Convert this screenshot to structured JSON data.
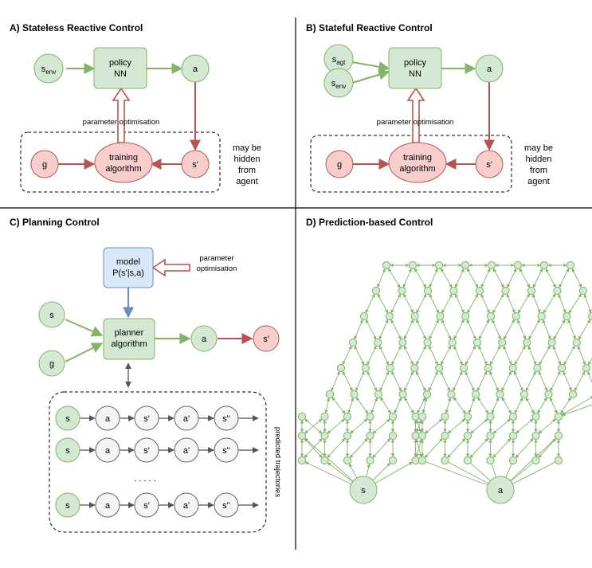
{
  "panels": {
    "a": {
      "title": "A) Stateless Reactive Control",
      "policy_1": "policy",
      "policy_2": "NN",
      "s_env": "s",
      "s_env_sub": "env",
      "a": "a",
      "g": "g",
      "s_prime": "s'",
      "train_1": "training",
      "train_2": "algorithm",
      "param_opt": "parameter optimisation",
      "hidden": [
        "may be",
        "hidden",
        "from",
        "agent"
      ]
    },
    "b": {
      "title": "B) Stateful Reactive Control",
      "policy_1": "policy",
      "policy_2": "NN",
      "s_agt": "s",
      "s_agt_sub": "agt",
      "s_env": "s",
      "s_env_sub": "env",
      "a": "a",
      "g": "g",
      "s_prime": "s'",
      "train_1": "training",
      "train_2": "algorithm",
      "param_opt": "parameter optimisation",
      "hidden": [
        "may be",
        "hidden",
        "from",
        "agent"
      ]
    },
    "c": {
      "title": "C) Planning Control",
      "model_1": "model",
      "model_2": "P(s'|s,a)",
      "param_opt_1": "parameter",
      "param_opt_2": "optimisation",
      "s": "s",
      "g": "g",
      "planner_1": "planner",
      "planner_2": "algorithm",
      "a": "a",
      "s_prime": "s'",
      "trajectory": [
        "s",
        "a",
        "s'",
        "a'",
        "s''"
      ],
      "ellipsis": ". . . . .",
      "predicted": "predicted trajectories"
    },
    "d": {
      "title": "D) Prediction-based Control",
      "s": "s",
      "a": "a"
    }
  },
  "colors": {
    "green_fill": "#d5e8d4",
    "green_stroke": "#82b366",
    "red_fill": "#f8cecc",
    "red_stroke": "#b85450",
    "blue_fill": "#dae8fc",
    "blue_stroke": "#6c8ebf",
    "grey_fill": "#f5f5f5",
    "grey_stroke": "#666666"
  }
}
